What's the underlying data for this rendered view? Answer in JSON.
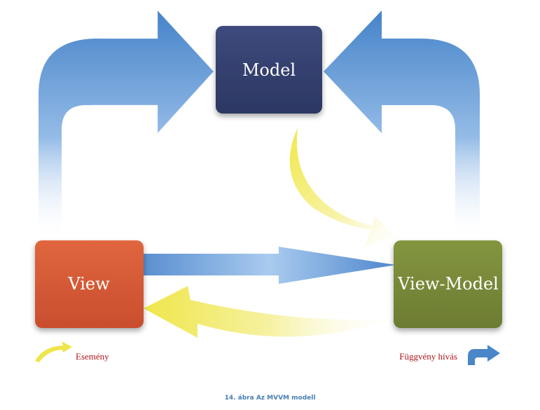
{
  "nodes": {
    "model": {
      "label": "Model",
      "color": "#34406e"
    },
    "view": {
      "label": "View",
      "color": "#d85a37"
    },
    "viewmodel": {
      "label": "View-Model",
      "color": "#7a8a3d"
    }
  },
  "legend": {
    "event": {
      "label": "Esemény",
      "icon": "curved-yellow-arrow-icon"
    },
    "call": {
      "label": "Függvény hívás",
      "icon": "bent-blue-arrow-icon"
    }
  },
  "caption": "14. ábra Az MVVM modell",
  "colors": {
    "call_arrow": "#4a86c8",
    "event_arrow": "#f2ec62",
    "label_red": "#b0141c",
    "caption_blue": "#4a7fb5"
  }
}
